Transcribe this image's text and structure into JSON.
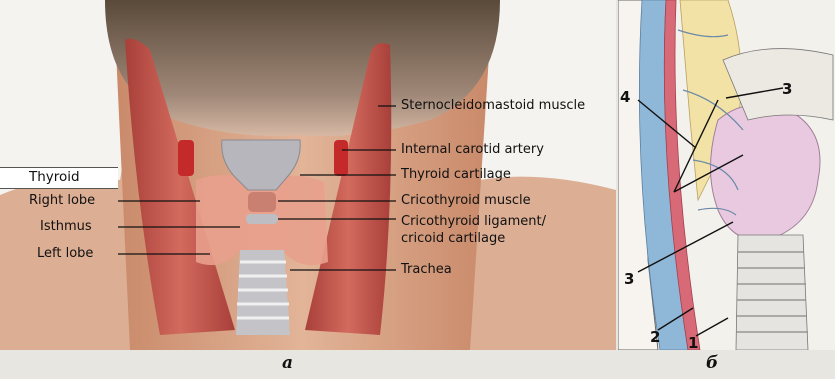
{
  "panel_a": {
    "caption": "a",
    "labels": {
      "sternocleidomastoid": "Sternocleidomastoid muscle",
      "internal_carotid": "Internal carotid artery",
      "thyroid_cartilage": "Thyroid cartilage",
      "cricothyroid_muscle": "Cricothyroid muscle",
      "cricothyroid_ligament_1": "Cricothyroid ligament/",
      "cricothyroid_ligament_2": "cricoid cartilage",
      "trachea": "Trachea",
      "thyroid_header": "Thyroid",
      "right_lobe": "Right lobe",
      "isthmus": "Isthmus",
      "left_lobe": "Left lobe"
    }
  },
  "panel_b": {
    "caption": "б",
    "numbers": {
      "n1": "1",
      "n2": "2",
      "n3_top": "3",
      "n3_bottom": "3",
      "n4": "4"
    }
  },
  "colors": {
    "skin": "#d9a98c",
    "muscle": "#c4514a",
    "cartilage": "#b8b8bc",
    "thyroid_gland": "#e8a090",
    "vessel_blue": "#8fb8d8",
    "vessel_red": "#d86a78",
    "gland_pink": "#e9c9e0"
  }
}
